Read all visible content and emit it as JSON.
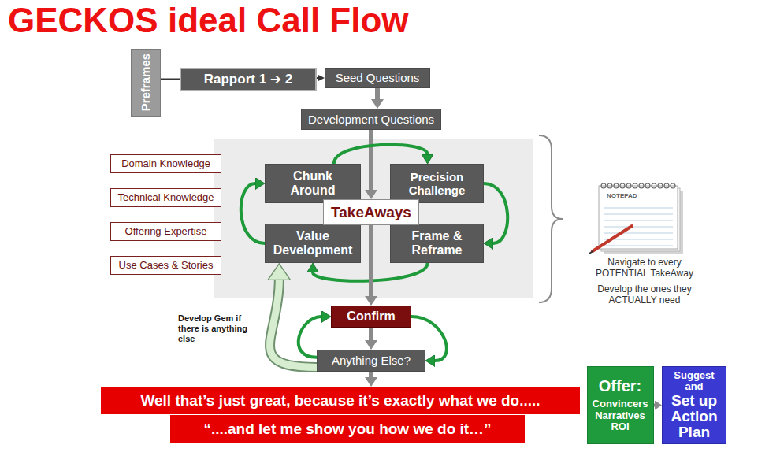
{
  "diagram": {
    "title": "GECKOS ideal Call Flow",
    "nodes": [
      {
        "text": [
          "Preframes"
        ]
      },
      {
        "text": [
          "Rapport 1 ➔ 2"
        ]
      },
      {
        "text": [
          "Seed Questions"
        ]
      },
      {
        "text": [
          "Development Questions"
        ]
      },
      {
        "text": [
          "Domain Knowledge"
        ]
      },
      {
        "text": [
          "Technical Knowledge"
        ]
      },
      {
        "text": [
          "Offering Expertise"
        ]
      },
      {
        "text": [
          "Use Cases & Stories"
        ]
      },
      {
        "text": [
          "Chunk Around"
        ]
      },
      {
        "text": [
          "Precision Challenge"
        ]
      },
      {
        "text": [
          "Value Development"
        ]
      },
      {
        "text": [
          "Frame & Reframe"
        ]
      },
      {
        "text": [
          "TakeAways"
        ]
      },
      {
        "text": [
          "Confirm"
        ]
      },
      {
        "text": [
          "Anything Else?"
        ]
      },
      {
        "text": [
          "Well that’s just great, because it’s exactly what we do....."
        ]
      },
      {
        "text": [
          "“....and let me show you how we do it…”"
        ]
      },
      {
        "text": [
          "Offer:",
          "Convincers Narratives ROI"
        ]
      },
      {
        "text": [
          "Suggest and",
          "Set up Action Plan"
        ]
      }
    ],
    "edges": [
      {
        "from": 0,
        "to": 1,
        "arrow": "none"
      },
      {
        "from": 1,
        "to": 2,
        "arrow": "to"
      },
      {
        "from": 2,
        "to": 3,
        "arrow": "to"
      },
      {
        "from": 3,
        "to": 12,
        "arrow": "to"
      },
      {
        "from": 8,
        "to": 9,
        "arrow": "to"
      },
      {
        "from": 9,
        "to": 11,
        "arrow": "to"
      },
      {
        "from": 11,
        "to": 10,
        "arrow": "to"
      },
      {
        "from": 10,
        "to": 8,
        "arrow": "to"
      },
      {
        "from": 12,
        "to": 13,
        "arrow": "to"
      },
      {
        "from": 13,
        "to": 14,
        "arrow": "to"
      },
      {
        "from": 13,
        "to": 14,
        "arrow": "to"
      },
      {
        "from": 14,
        "to": 13,
        "arrow": "to"
      },
      {
        "from": 14,
        "to": 10,
        "arrow": "to"
      },
      {
        "from": 14,
        "to": 15,
        "arrow": "to"
      },
      {
        "from": 15,
        "to": 17,
        "arrow": "to"
      },
      {
        "from": 17,
        "to": 18,
        "arrow": "to"
      }
    ],
    "labels": [
      "Develop Gem if there is anything else",
      "NOTEPAD",
      "Navigate to every POTENTIAL TakeAway",
      "Develop the ones they ACTUALLY need"
    ]
  }
}
